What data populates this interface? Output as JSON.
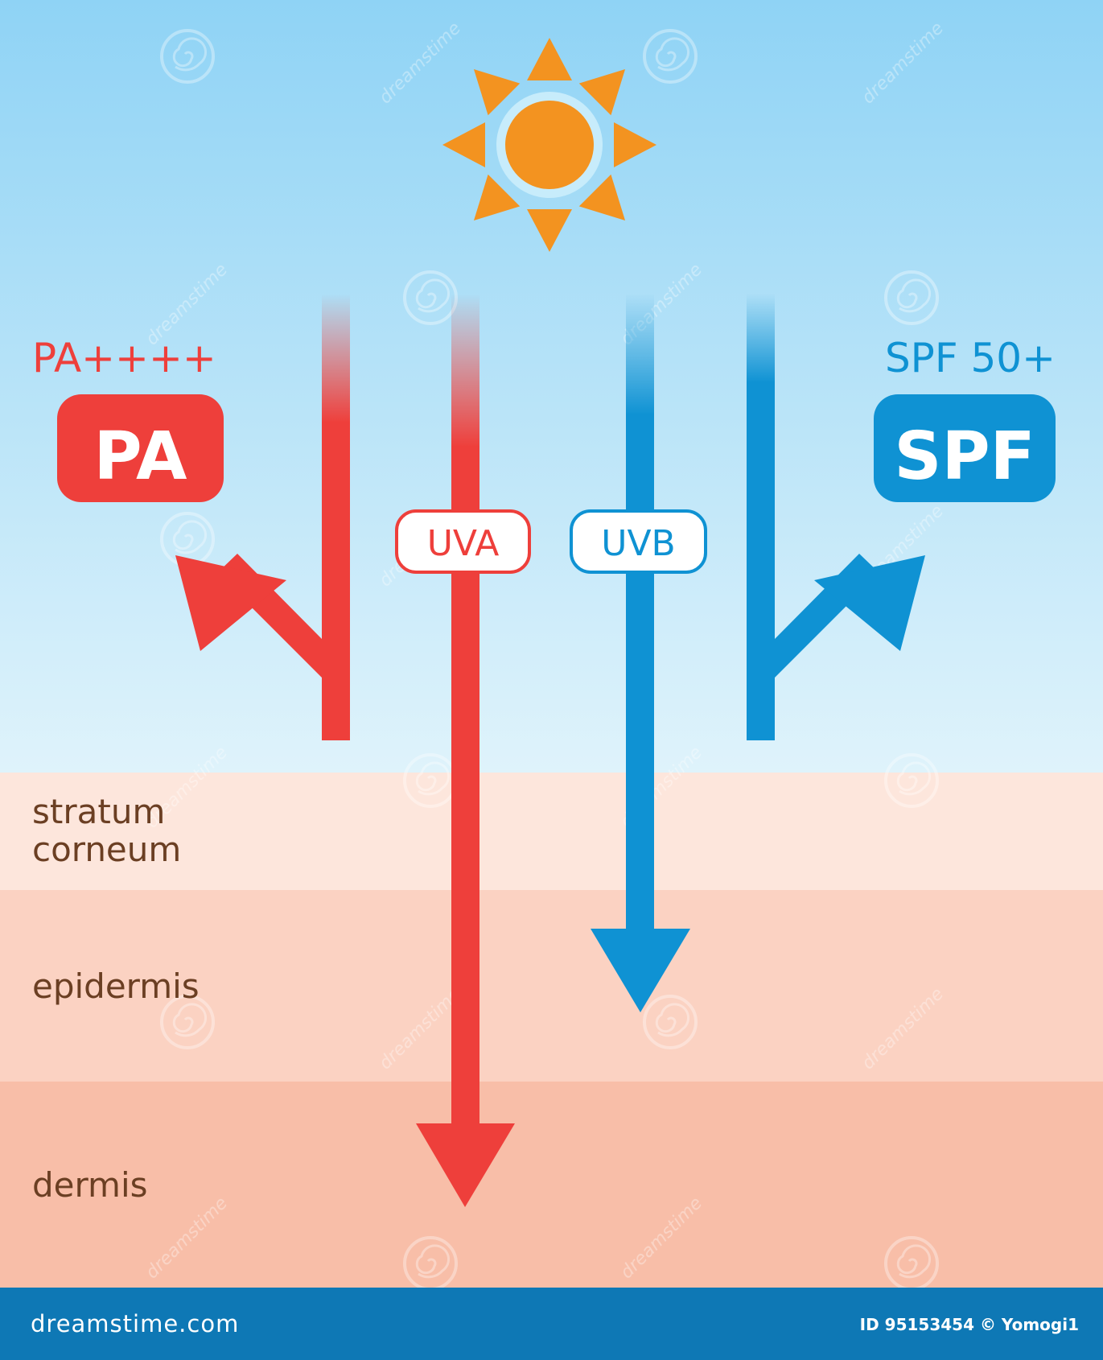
{
  "ratings": {
    "pa": "PA++++",
    "spf": "SPF 50+"
  },
  "badges": {
    "pa": "PA",
    "spf": "SPF",
    "uva": "UVA",
    "uvb": "UVB"
  },
  "layers": {
    "stratum_line1": "stratum",
    "stratum_line2": "corneum",
    "epidermis": "epidermis",
    "dermis": "dermis"
  },
  "footer": {
    "brand": "dreamstime.com",
    "id": "ID 95153454 © Yomogi1"
  },
  "watermark": "dreamstime",
  "icons": {
    "sun": "sun-icon",
    "watermark": "spiral-watermark-icon"
  },
  "colors": {
    "sky_top": "#8fd3f5",
    "sky_bottom": "#dff3fb",
    "stratum": "#fde6dc",
    "epidermis": "#fbd2c2",
    "dermis": "#f8bea8",
    "uva_red": "#ee3f3b",
    "uvb_blue": "#0f92d3",
    "sun": "#f39320",
    "layer_text": "#6b3f23",
    "footer": "#0e78b5"
  }
}
